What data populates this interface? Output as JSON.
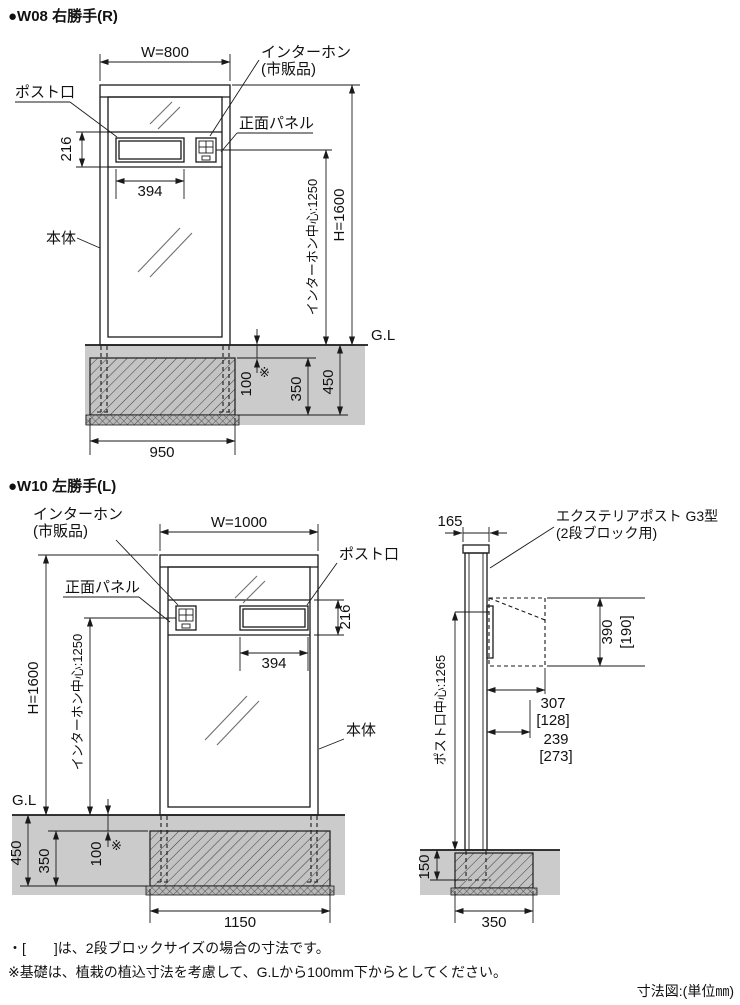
{
  "w08": {
    "title": "●W08 右勝手(R)",
    "labels": {
      "intercom_line1": "インターホン",
      "intercom_line2": "(市販品)",
      "post_slot": "ポスト口",
      "front_panel": "正面パネル",
      "body": "本体",
      "ground_level": "G.L"
    },
    "dims": {
      "width": "W=800",
      "height": "H=1600",
      "slot_band_height": "216",
      "slot_width": "394",
      "intercom_center": "インターホン中心:1250",
      "embed_top": "100",
      "embed_top_mark": "※",
      "foundation_depth": "350",
      "total_embed": "450",
      "foundation_width": "950"
    }
  },
  "w10": {
    "title": "●W10 左勝手(L)",
    "labels": {
      "intercom_line1": "インターホン",
      "intercom_line2": "(市販品)",
      "post_slot": "ポスト口",
      "front_panel": "正面パネル",
      "body": "本体",
      "ground_level": "G.L"
    },
    "dims": {
      "width": "W=1000",
      "height": "H=1600",
      "slot_band_height": "216",
      "slot_width": "394",
      "intercom_center": "インターホン中心:1250",
      "embed_top": "100",
      "embed_top_mark": "※",
      "foundation_depth": "350",
      "total_embed": "450",
      "foundation_width": "1150"
    }
  },
  "side": {
    "labels": {
      "product_line1": "エクステリアポスト G3型",
      "product_line2": "(2段ブロック用)"
    },
    "dims": {
      "post_depth": "165",
      "slot_center": "ポスト口中心:1265",
      "box_height": "390",
      "box_height_alt": "[190]",
      "box_upper_depth": "307",
      "box_upper_depth_alt": "[128]",
      "box_lower_depth": "239",
      "box_lower_depth_alt": "[273]",
      "embed_depth": "150",
      "foundation_width": "350"
    }
  },
  "footnotes": {
    "bracket_note": "・[　　]は、2段ブロックサイズの場合の寸法です。",
    "foundation_note": "※基礎は、植栽の植込寸法を考慮して、G.Lから100mm下からとしてください。",
    "unit_label": "寸法図:(単位㎜)"
  },
  "colors": {
    "line": "#1a1a1a",
    "soil": "#cbcbcb"
  }
}
